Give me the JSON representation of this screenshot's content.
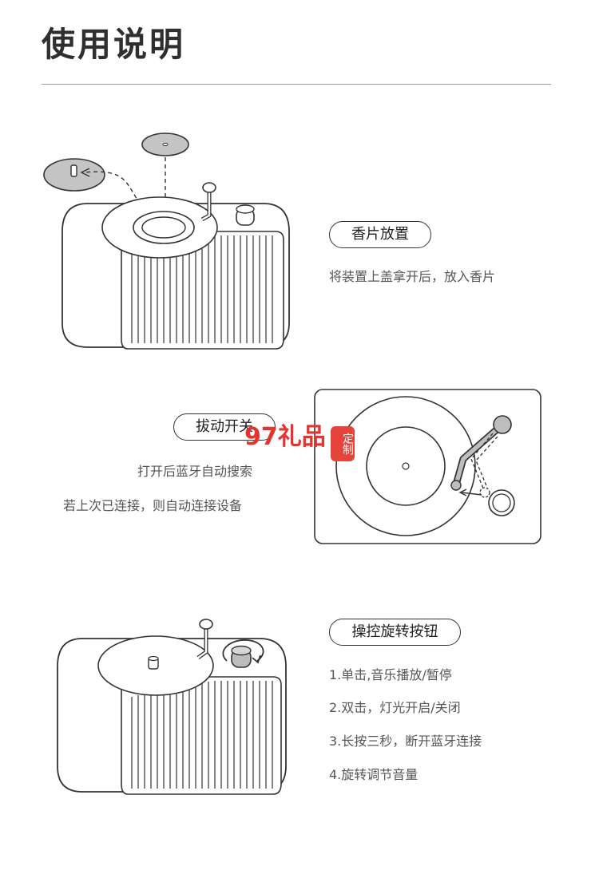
{
  "header": {
    "title": "使用说明"
  },
  "section1": {
    "pill": "香片放置",
    "desc": "将装置上盖拿开后，放入香片"
  },
  "section2": {
    "pill": "拔动开关",
    "lines": [
      "打开后蓝牙自动搜索",
      "若上次已连接，则自动连接设备"
    ]
  },
  "section3": {
    "pill": "操控旋转按钮",
    "items": [
      "1.单击,音乐播放/暂停",
      "2.双击，灯光开启/关闭",
      "3.长按三秒，断开蓝牙连接",
      "4.旋转调节音量"
    ]
  },
  "watermark": {
    "text": "97礼品",
    "seal": "定制"
  },
  "colors": {
    "line": "#333333",
    "grey_fill": "#bdbdbd",
    "watermark": "#e3342f"
  }
}
